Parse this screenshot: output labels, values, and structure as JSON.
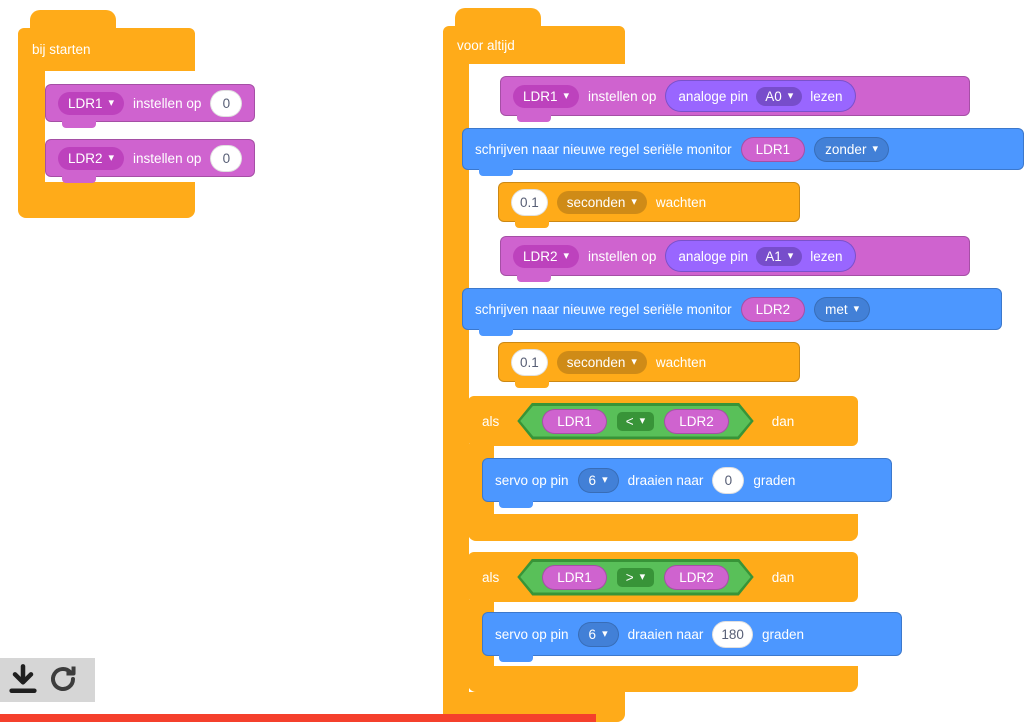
{
  "colors": {
    "control_orange": "#ffab19",
    "control_orange_dark": "#cf8b17",
    "variable_magenta": "#cf63cf",
    "variable_magenta_dark": "#bd42bd",
    "pin_blue": "#4c97ff",
    "pin_blue_dark": "#4280d7",
    "reporter_purple": "#9966ff",
    "reporter_purple_dark": "#774dcb",
    "operator_green": "#59c059",
    "operator_green_dark": "#389438",
    "red_bar": "#f5402c"
  },
  "icons": {
    "dropdown": "▾"
  },
  "start_script": {
    "hat_label": "bij starten",
    "sets": [
      {
        "variable": "LDR1",
        "label": "instellen op",
        "value": "0"
      },
      {
        "variable": "LDR2",
        "label": "instellen op",
        "value": "0"
      }
    ]
  },
  "forever_script": {
    "label": "voor altijd",
    "set_blocks": [
      {
        "variable": "LDR1",
        "label": "instellen op",
        "reporter": {
          "prefix": "analoge pin",
          "pin": "A0",
          "suffix": "lezen"
        }
      },
      {
        "variable": "LDR2",
        "label": "instellen op",
        "reporter": {
          "prefix": "analoge pin",
          "pin": "A1",
          "suffix": "lezen"
        }
      }
    ],
    "serial_blocks": [
      {
        "label": "schrijven naar nieuwe regel seriële monitor",
        "variable": "LDR1",
        "mode": "zonder"
      },
      {
        "label": "schrijven naar nieuwe regel seriële monitor",
        "variable": "LDR2",
        "mode": "met"
      }
    ],
    "wait_blocks": [
      {
        "value": "0.1",
        "unit": "seconden",
        "label": "wachten"
      },
      {
        "value": "0.1",
        "unit": "seconden",
        "label": "wachten"
      }
    ],
    "if_blocks": [
      {
        "if_label": "als",
        "then_label": "dan",
        "condition": {
          "left": "LDR1",
          "operator": "<",
          "right": "LDR2"
        },
        "servo": {
          "pin_label": "servo op pin",
          "pin": "6",
          "turn_label": "draaien naar",
          "degrees": "0",
          "unit_label": "graden"
        }
      },
      {
        "if_label": "als",
        "then_label": "dan",
        "condition": {
          "left": "LDR1",
          "operator": ">",
          "right": "LDR2"
        },
        "servo": {
          "pin_label": "servo op pin",
          "pin": "6",
          "turn_label": "draaien naar",
          "degrees": "180",
          "unit_label": "graden"
        }
      }
    ]
  },
  "footer": {
    "icons": [
      "download-icon",
      "refresh-icon"
    ]
  }
}
